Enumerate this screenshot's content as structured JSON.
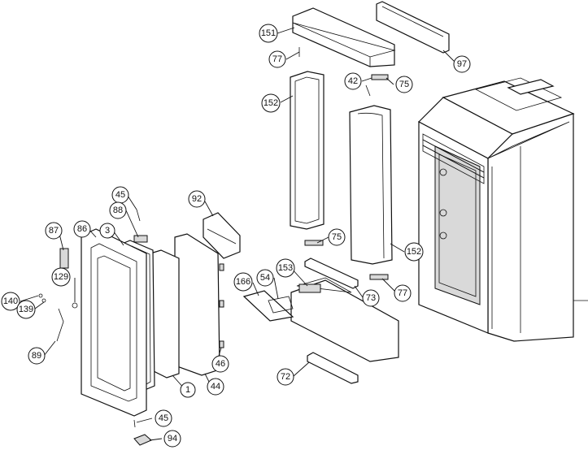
{
  "diagram": {
    "callouts": [
      {
        "id": "151",
        "label": "151"
      },
      {
        "id": "97",
        "label": "97"
      },
      {
        "id": "77a",
        "label": "77"
      },
      {
        "id": "42",
        "label": "42"
      },
      {
        "id": "75a",
        "label": "75"
      },
      {
        "id": "152a",
        "label": "152"
      },
      {
        "id": "92",
        "label": "92"
      },
      {
        "id": "45a",
        "label": "45"
      },
      {
        "id": "88",
        "label": "88"
      },
      {
        "id": "87",
        "label": "87"
      },
      {
        "id": "86",
        "label": "86"
      },
      {
        "id": "3",
        "label": "3"
      },
      {
        "id": "75b",
        "label": "75"
      },
      {
        "id": "152b",
        "label": "152"
      },
      {
        "id": "153",
        "label": "153"
      },
      {
        "id": "166",
        "label": "166"
      },
      {
        "id": "54",
        "label": "54"
      },
      {
        "id": "129",
        "label": "129"
      },
      {
        "id": "140",
        "label": "140"
      },
      {
        "id": "139",
        "label": "139"
      },
      {
        "id": "73",
        "label": "73"
      },
      {
        "id": "77b",
        "label": "77"
      },
      {
        "id": "89",
        "label": "89"
      },
      {
        "id": "46",
        "label": "46"
      },
      {
        "id": "1",
        "label": "1"
      },
      {
        "id": "44",
        "label": "44"
      },
      {
        "id": "72",
        "label": "72"
      },
      {
        "id": "45b",
        "label": "45"
      },
      {
        "id": "94",
        "label": "94"
      }
    ]
  }
}
